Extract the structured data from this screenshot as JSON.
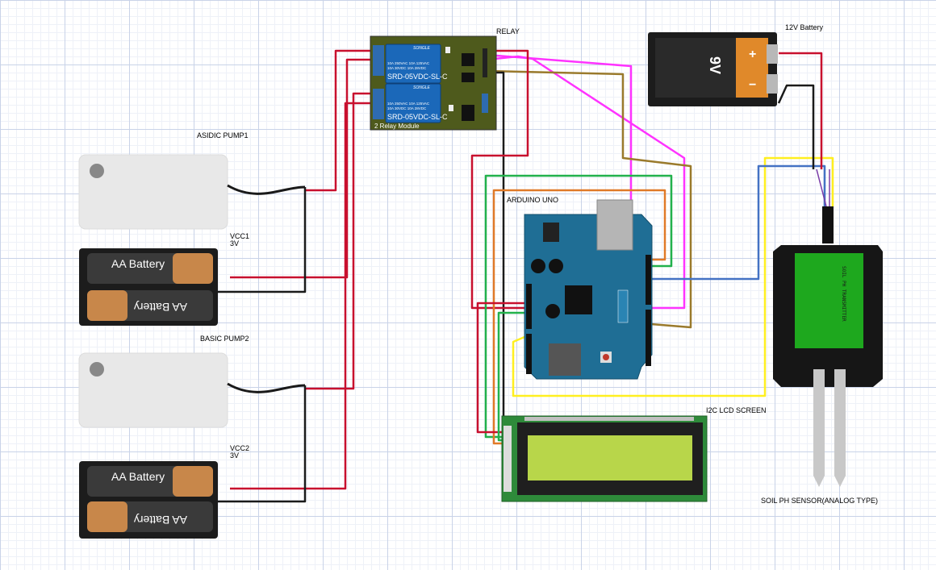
{
  "labels": {
    "relay": "RELAY",
    "battery12v": "12V Battery",
    "pump1": "ASIDIC PUMP1",
    "vcc1_name": "VCC1",
    "vcc1_volt": "3V",
    "pump2": "BASIC PUMP2",
    "vcc2_name": "VCC2",
    "vcc2_volt": "3V",
    "arduino": "ARDUINO UNO",
    "lcd": "I2C LCD SCREEN",
    "soil": "SOIL PH SENSOR(ANALOG TYPE)"
  },
  "relay_module": {
    "brand": "SONGLE",
    "rating_line1": "10A 250VAC  10A 125VAC",
    "rating_line2": "10A  30VDC  10A  28VDC",
    "model": "SRD-05VDC-SL-C",
    "board_name": "2 Relay Module"
  },
  "battery_9v": {
    "voltage": "9V",
    "plus": "+",
    "minus": "−"
  },
  "aa_battery": {
    "label": "AA Battery"
  },
  "soil_sensor": {
    "text": "SOIL PH TRANSMITTER"
  },
  "colors": {
    "red": "#c8102e",
    "black": "#1a1a1a",
    "magenta": "#ff33ff",
    "brown": "#9a7a2c",
    "green": "#22b14c",
    "orange": "#e07a28",
    "blue": "#4472c4",
    "yellow": "#ffef20",
    "board_blue": "#1f6e95",
    "relay_pcb": "#4e5a1c",
    "lcd_pcb": "#2e8a3a",
    "lcd_screen": "#b8d64a",
    "sensor_green": "#1ea81e"
  }
}
